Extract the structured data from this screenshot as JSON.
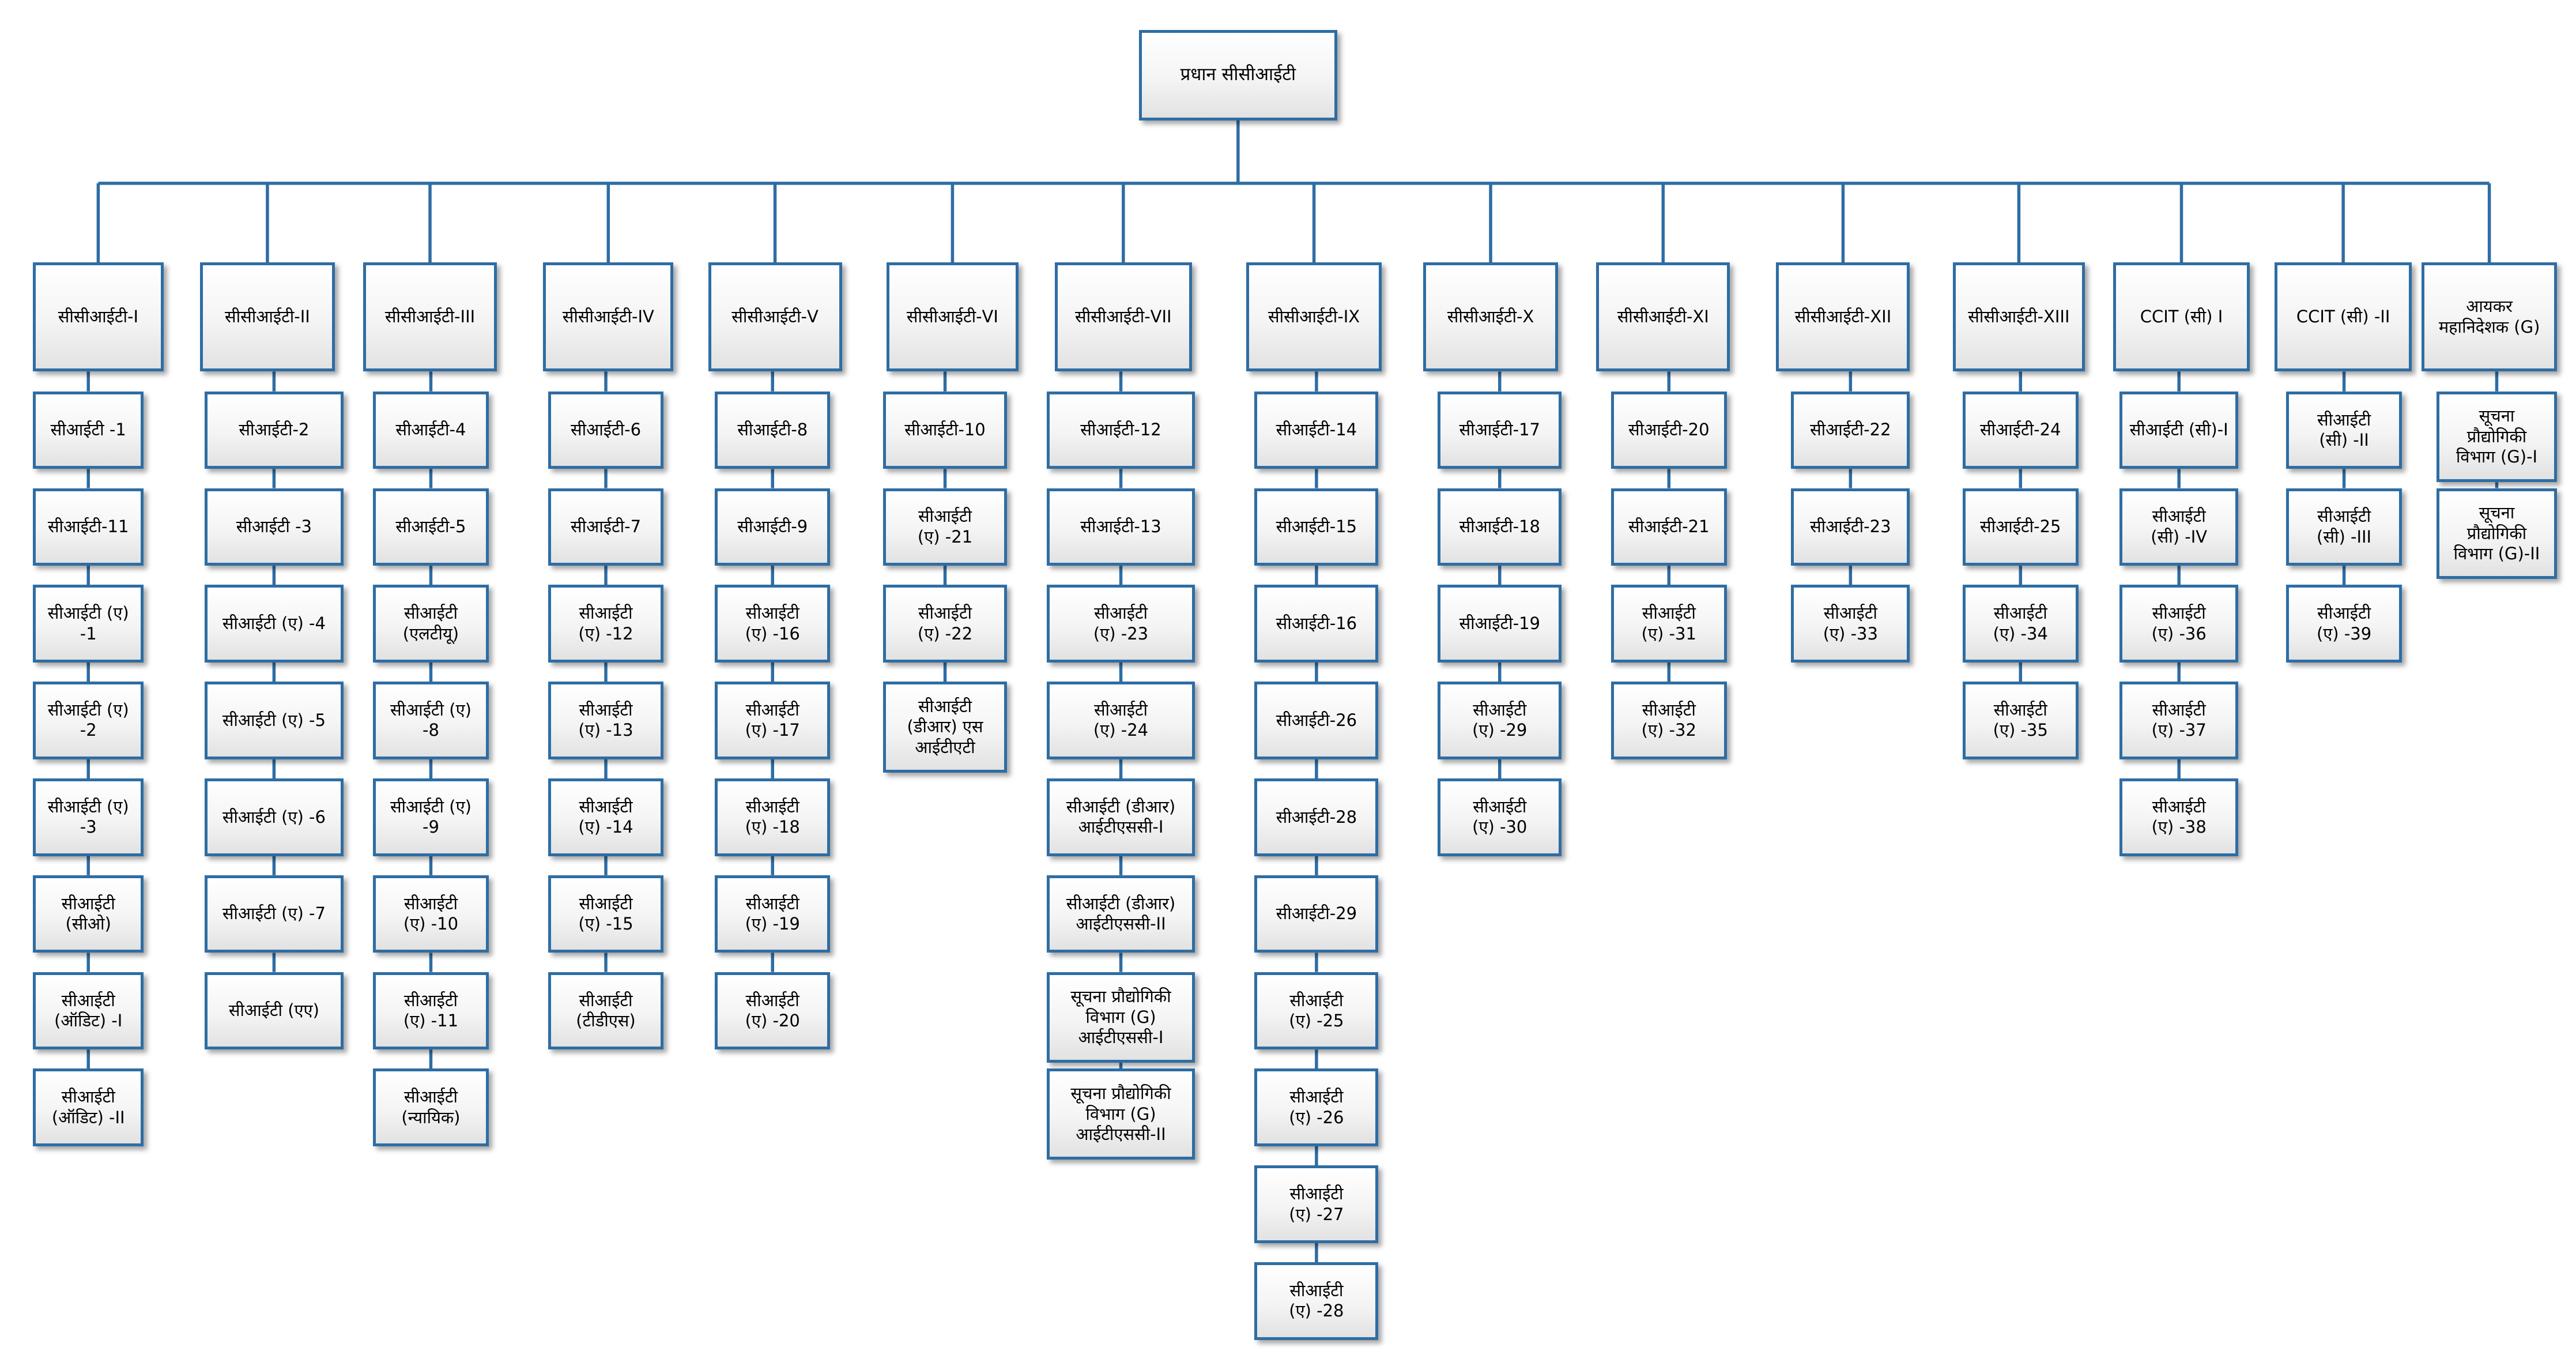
{
  "root": {
    "label": "प्रधान सीसीआईटी"
  },
  "columns": [
    {
      "head": "सीसीआईटी-I",
      "children": [
        "सीआईटी -1",
        "सीआईटी-11",
        "सीआईटी (ए) -1",
        "सीआईटी (ए) -2",
        "सीआईटी (ए) -3",
        "सीआईटी\n(सीओ)",
        "सीआईटी\n(ऑडिट) -I",
        "सीआईटी\n(ऑडिट) -II"
      ]
    },
    {
      "head": "सीसीआईटी-II",
      "children": [
        "सीआईटी-2",
        "सीआईटी -3",
        "सीआईटी (ए) -4",
        "सीआईटी (ए) -5",
        "सीआईटी (ए) -6",
        "सीआईटी (ए) -7",
        "सीआईटी (एए)"
      ]
    },
    {
      "head": "सीसीआईटी-III",
      "children": [
        "सीआईटी-4",
        "सीआईटी-5",
        "सीआईटी\n(एलटीयू)",
        "सीआईटी (ए) -8",
        "सीआईटी (ए) -9",
        "सीआईटी\n(ए) -10",
        "सीआईटी\n(ए) -11",
        "सीआईटी\n(न्यायिक)"
      ]
    },
    {
      "head": "सीसीआईटी-IV",
      "children": [
        "सीआईटी-6",
        "सीआईटी-7",
        "सीआईटी\n(ए) -12",
        "सीआईटी\n(ए) -13",
        "सीआईटी\n(ए) -14",
        "सीआईटी\n(ए) -15",
        "सीआईटी\n(टीडीएस)"
      ]
    },
    {
      "head": "सीसीआईटी-V",
      "children": [
        "सीआईटी-8",
        "सीआईटी-9",
        "सीआईटी\n(ए) -16",
        "सीआईटी\n(ए) -17",
        "सीआईटी\n(ए) -18",
        "सीआईटी\n(ए) -19",
        "सीआईटी\n(ए) -20"
      ]
    },
    {
      "head": "सीसीआईटी-VI",
      "children": [
        "सीआईटी-10",
        "सीआईटी\n(ए) -21",
        "सीआईटी\n(ए) -22",
        "सीआईटी\n(डीआर) एस\nआईटीएटी"
      ]
    },
    {
      "head": "सीसीआईटी-VII",
      "children": [
        "सीआईटी-12",
        "सीआईटी-13",
        "सीआईटी\n(ए) -23",
        "सीआईटी\n(ए) -24",
        "सीआईटी (डीआर)\nआईटीएससी-I",
        "सीआईटी (डीआर)\nआईटीएससी-II",
        "सूचना प्रौद्योगिकी\nविभाग (G)\nआईटीएससी-I",
        "सूचना प्रौद्योगिकी\nविभाग (G)\nआईटीएससी-II"
      ]
    },
    {
      "head": "सीसीआईटी-IX",
      "children": [
        "सीआईटी-14",
        "सीआईटी-15",
        "सीआईटी-16",
        "सीआईटी-26",
        "सीआईटी-28",
        "सीआईटी-29",
        "सीआईटी\n(ए) -25",
        "सीआईटी\n(ए) -26",
        "सीआईटी\n(ए) -27",
        "सीआईटी\n(ए) -28"
      ]
    },
    {
      "head": "सीसीआईटी-X",
      "children": [
        "सीआईटी-17",
        "सीआईटी-18",
        "सीआईटी-19",
        "सीआईटी\n(ए) -29",
        "सीआईटी\n(ए) -30"
      ]
    },
    {
      "head": "सीसीआईटी-XI",
      "children": [
        "सीआईटी-20",
        "सीआईटी-21",
        "सीआईटी\n(ए) -31",
        "सीआईटी\n(ए) -32"
      ]
    },
    {
      "head": "सीसीआईटी-XII",
      "children": [
        "सीआईटी-22",
        "सीआईटी-23",
        "सीआईटी\n(ए) -33"
      ]
    },
    {
      "head": "सीसीआईटी-XIII",
      "children": [
        "सीआईटी-24",
        "सीआईटी-25",
        "सीआईटी\n(ए) -34",
        "सीआईटी\n(ए) -35"
      ]
    },
    {
      "head": "CCIT (सी) I",
      "children": [
        "सीआईटी (सी)-I",
        "सीआईटी\n(सी) -IV",
        "सीआईटी\n(ए) -36",
        "सीआईटी\n(ए) -37",
        "सीआईटी\n(ए) -38"
      ]
    },
    {
      "head": "CCIT (सी) -II",
      "children": [
        "सीआईटी\n(सी) -II",
        "सीआईटी\n(सी) -III",
        "सीआईटी\n(ए) -39"
      ]
    },
    {
      "head": "आयकर\nमहानिदेशक (G)",
      "children": [
        "सूचना\nप्रौद्योगिकी\nविभाग (G)-I",
        "सूचना\nप्रौद्योगिकी\nविभाग (G)-II"
      ]
    }
  ],
  "colors": {
    "box_border": "#2e6da4",
    "connector": "#2e6da4"
  }
}
